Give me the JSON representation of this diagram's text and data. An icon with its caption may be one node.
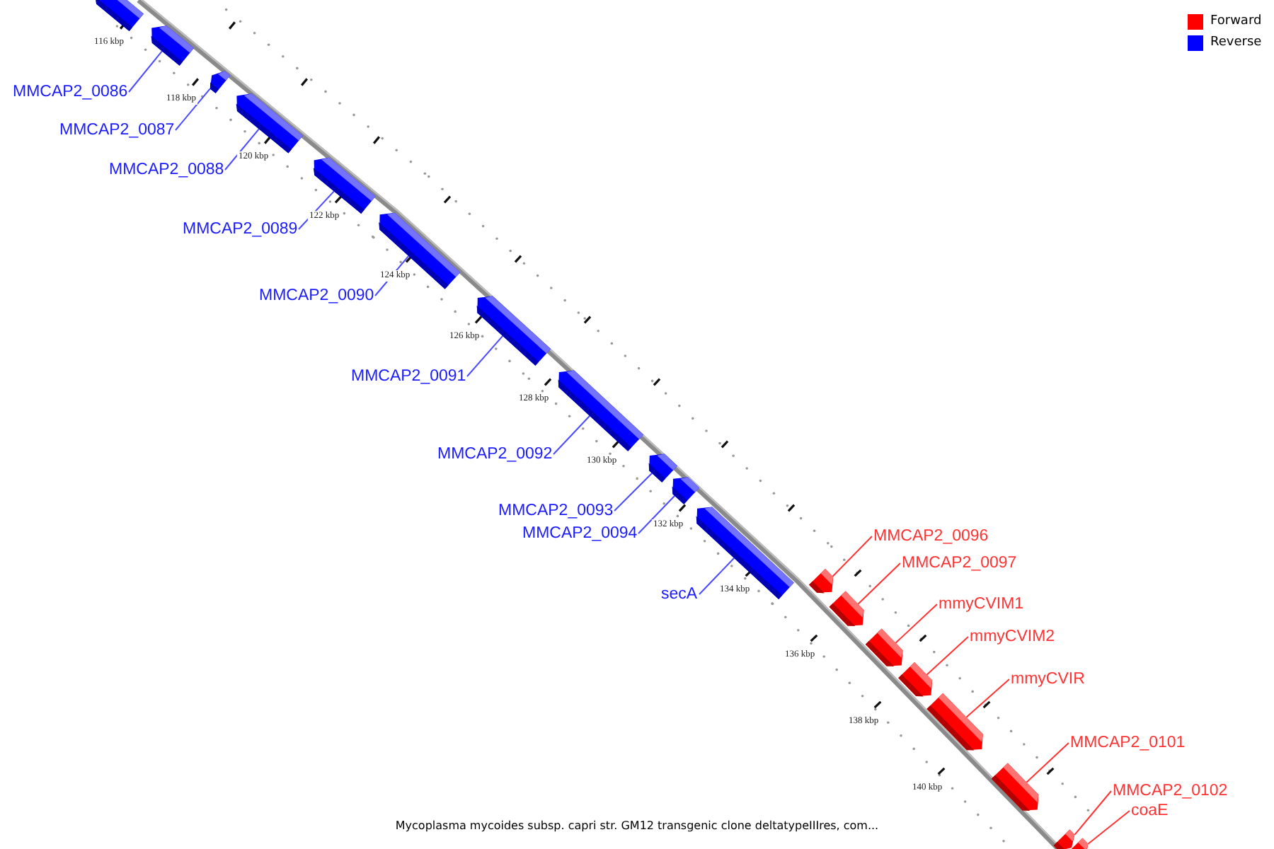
{
  "diagram": {
    "caption": "Mycoplasma mycoides subsp. capri str. GM12 transgenic clone deltatypeIIIres, com...",
    "nodes": [
      {
        "text": [],
        "shape": "bar"
      },
      {
        "text": [],
        "shape": "bar"
      },
      {
        "text": [
          "MMCAP2_0086"
        ]
      },
      {
        "text": [],
        "shape": "bar"
      },
      {
        "text": [
          "MMCAP2_0087"
        ]
      },
      {
        "text": [],
        "shape": "bar"
      },
      {
        "text": [
          "MMCAP2_0088"
        ]
      },
      {
        "text": [],
        "shape": "bar"
      },
      {
        "text": [
          "MMCAP2_0089"
        ]
      },
      {
        "text": [],
        "shape": "bar"
      },
      {
        "text": [
          "MMCAP2_0090"
        ]
      },
      {
        "text": [],
        "shape": "bar"
      },
      {
        "text": [
          "MMCAP2_0091"
        ]
      },
      {
        "text": [],
        "shape": "bar"
      },
      {
        "text": [
          "MMCAP2_0092"
        ]
      },
      {
        "text": [],
        "shape": "bar"
      },
      {
        "text": [
          "MMCAP2_0093"
        ]
      },
      {
        "text": [],
        "shape": "bar"
      },
      {
        "text": [
          "MMCAP2_0094"
        ]
      },
      {
        "text": [],
        "shape": "bar"
      },
      {
        "text": [
          "secA"
        ]
      },
      {
        "text": [],
        "shape": "bar"
      },
      {
        "text": [
          "MMCAP2_0096"
        ]
      },
      {
        "text": [],
        "shape": "bar"
      },
      {
        "text": [
          "MMCAP2_0097"
        ]
      },
      {
        "text": [],
        "shape": "bar"
      },
      {
        "text": [
          "mmyCVIM1"
        ]
      },
      {
        "text": [],
        "shape": "bar"
      },
      {
        "text": [
          "mmyCVIM2"
        ]
      },
      {
        "text": [],
        "shape": "bar"
      },
      {
        "text": [
          "mmyCVIR"
        ]
      },
      {
        "text": [],
        "shape": "bar"
      },
      {
        "text": [
          "MMCAP2_0101"
        ]
      },
      {
        "text": [],
        "shape": "bar"
      },
      {
        "text": [
          "MMCAP2_0102"
        ]
      },
      {
        "text": [],
        "shape": "bar"
      },
      {
        "text": [
          "coaE"
        ]
      }
    ],
    "edges": [
      {
        "from": 2,
        "to": 1,
        "arrow": "none"
      },
      {
        "from": 4,
        "to": 3,
        "arrow": "none"
      },
      {
        "from": 6,
        "to": 5,
        "arrow": "none"
      },
      {
        "from": 8,
        "to": 7,
        "arrow": "none"
      },
      {
        "from": 10,
        "to": 9,
        "arrow": "none"
      },
      {
        "from": 12,
        "to": 11,
        "arrow": "none"
      },
      {
        "from": 14,
        "to": 13,
        "arrow": "none"
      },
      {
        "from": 16,
        "to": 15,
        "arrow": "none"
      },
      {
        "from": 18,
        "to": 17,
        "arrow": "none"
      },
      {
        "from": 20,
        "to": 19,
        "arrow": "none"
      },
      {
        "from": 22,
        "to": 21,
        "arrow": "none",
        "color": "#ff3333"
      },
      {
        "from": 24,
        "to": 23,
        "arrow": "none",
        "color": "#ff3333"
      },
      {
        "from": 26,
        "to": 25,
        "arrow": "none",
        "color": "#ff3333"
      },
      {
        "from": 28,
        "to": 27,
        "arrow": "none",
        "color": "#ff3333"
      },
      {
        "from": 30,
        "to": 29,
        "arrow": "none",
        "color": "#ff3333"
      },
      {
        "from": 32,
        "to": 31,
        "arrow": "none",
        "color": "#ff3333"
      },
      {
        "from": 34,
        "to": 33,
        "arrow": "none",
        "color": "#ff3333"
      },
      {
        "from": 36,
        "to": 35,
        "arrow": "none",
        "color": "#ff3333"
      }
    ],
    "labels": [
      "116 kbp",
      "118 kbp",
      "120 kbp",
      "122 kbp",
      "124 kbp",
      "126 kbp",
      "128 kbp",
      "130 kbp",
      "132 kbp",
      "134 kbp",
      "136 kbp",
      "138 kbp",
      "140 kbp"
    ],
    "legend": [
      {
        "text": "Forward",
        "color": "#ff0000"
      },
      {
        "text": "Reverse",
        "color": "#0000ff"
      }
    ]
  }
}
